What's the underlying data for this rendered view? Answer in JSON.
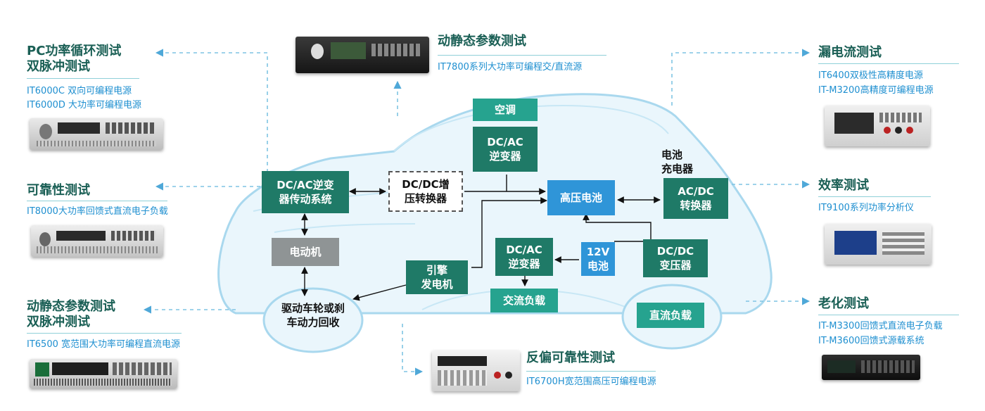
{
  "tests": {
    "pc_cycle": {
      "title_1": "PC功率循环测试",
      "title_2": "双脉冲测试",
      "products": [
        "IT6000C 双向可编程电源",
        "IT6000D 大功率可编程电源"
      ]
    },
    "reliability": {
      "title": "可靠性测试",
      "products": [
        "IT8000大功率回馈式直流电子负载"
      ]
    },
    "dynamic_left": {
      "title_1": "动静态参数测试",
      "title_2": "双脉冲测试",
      "products": [
        "IT6500 宽范围大功率可编程直流电源"
      ]
    },
    "dynamic_top": {
      "title": "动静态参数测试",
      "products": [
        "IT7800系列大功率可编程交/直流源"
      ]
    },
    "leakage": {
      "title": "漏电流测试",
      "products": [
        "IT6400双极性高精度电源",
        "IT-M3200高精度可编程电源"
      ]
    },
    "efficiency": {
      "title": "效率测试",
      "products": [
        "IT9100系列功率分析仪"
      ]
    },
    "aging": {
      "title": "老化测试",
      "products": [
        "IT-M3300回馈式直流电子负载",
        "IT-M3600回馈式源载系统"
      ]
    },
    "reverse_bias": {
      "title": "反偏可靠性测试",
      "products": [
        "IT6700H宽范围高压可编程电源"
      ]
    }
  },
  "blocks": {
    "air_con": "空调",
    "dcac_top": "DC/AC\n逆变器",
    "battery_charger": "电池\n充电器",
    "inverter_drive": "DC/AC逆变\n器传动系统",
    "dcdc_boost": "DC/DC增\n压转换器",
    "hv_battery": "高压电池",
    "acdc": "AC/DC\n转换器",
    "motor": "电动机",
    "dcac_mid": "DC/AC\n逆变器",
    "battery_12v": "12V\n电池",
    "dcdc_transformer": "DC/DC\n变压器",
    "engine": "引擎\n发电机",
    "ac_load": "交流负载",
    "dc_load": "直流负载",
    "wheel": "驱动车轮或刹\n车动力回收"
  },
  "colors": {
    "title": "#1a5f55",
    "product": "#1e8fd0",
    "block_green": "#1f7a67",
    "block_blue": "#2f95d8",
    "block_gray": "#8f9495",
    "block_mint": "#26a38f",
    "car_outline": "#a9d8ee",
    "car_fill": "#e6f4fb",
    "connector": "#7fc4e3"
  }
}
